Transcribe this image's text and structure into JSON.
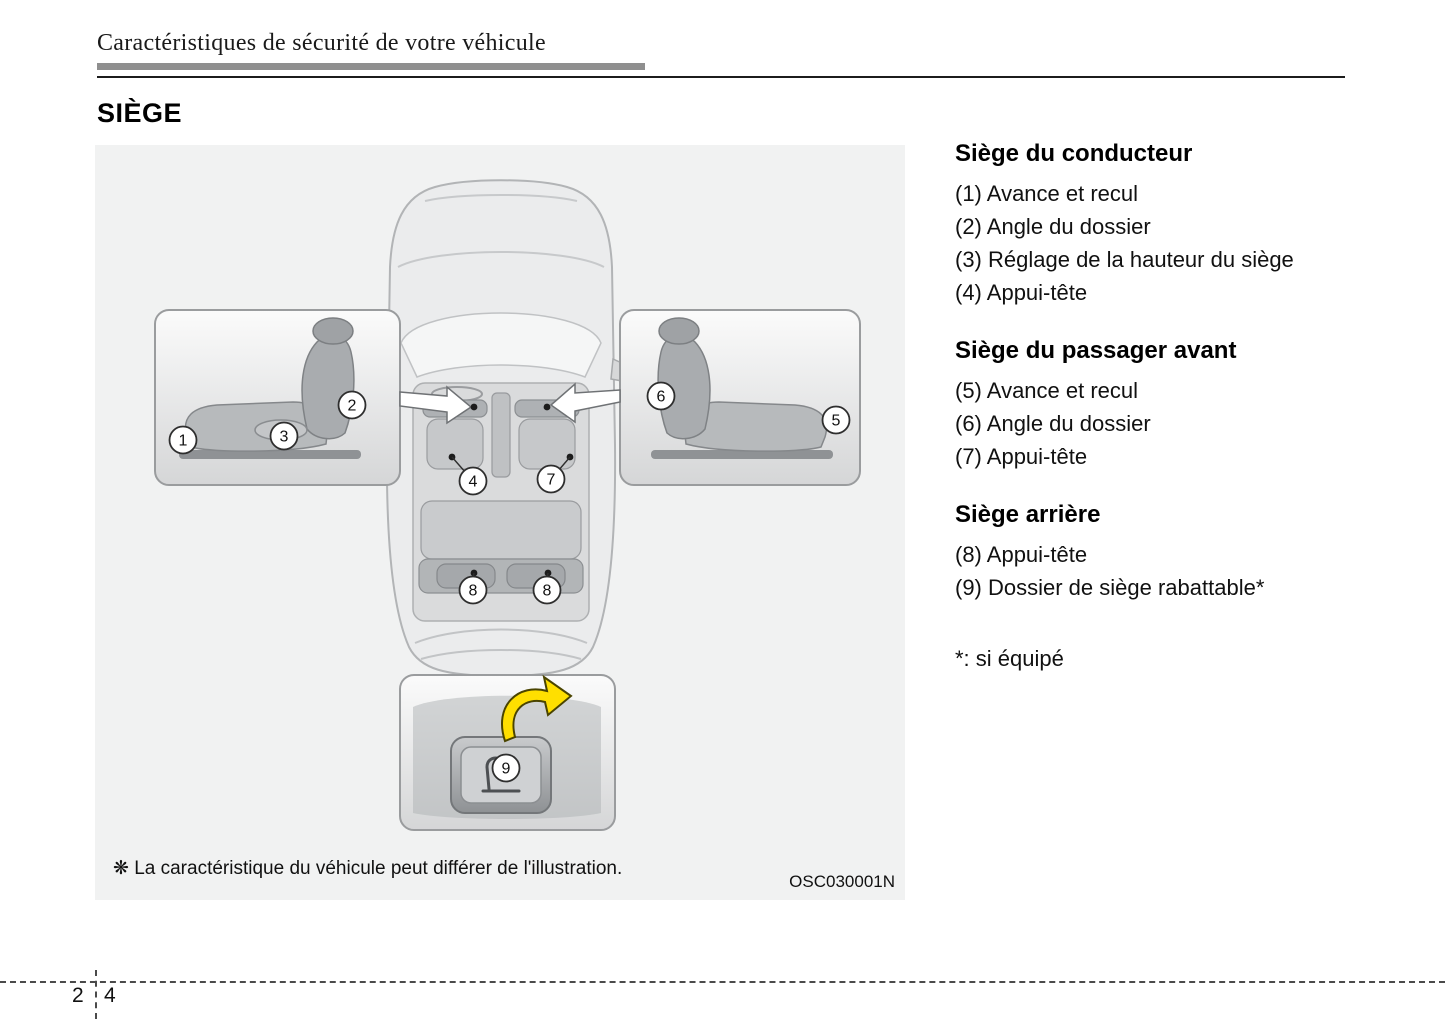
{
  "page": {
    "header_title": "Caractéristiques de sécurité de votre véhicule",
    "section_title": "SIÈGE",
    "section_number": "2",
    "page_number": "4"
  },
  "illustration": {
    "note": "❋ La caractéristique du véhicule peut différer de l'illustration.",
    "code": "OSC030001N",
    "callouts": [
      "1",
      "2",
      "3",
      "4",
      "5",
      "6",
      "7",
      "8",
      "8",
      "9"
    ]
  },
  "legend": {
    "groups": [
      {
        "title": "Siège du conducteur",
        "items": [
          "(1) Avance et recul",
          "(2) Angle du dossier",
          "(3) Réglage de la hauteur du siège",
          "(4) Appui-tête"
        ]
      },
      {
        "title": "Siège du passager avant",
        "items": [
          "(5) Avance et recul",
          "(6) Angle du dossier",
          "(7) Appui-tête"
        ]
      },
      {
        "title": "Siège arrière",
        "items": [
          "(8) Appui-tête",
          "(9) Dossier de siège rabattable*"
        ]
      }
    ],
    "footnote": "*: si équipé"
  },
  "colors": {
    "figure_background": "#f1f2f2",
    "fold_arrow_yellow": "#ffdf00"
  }
}
